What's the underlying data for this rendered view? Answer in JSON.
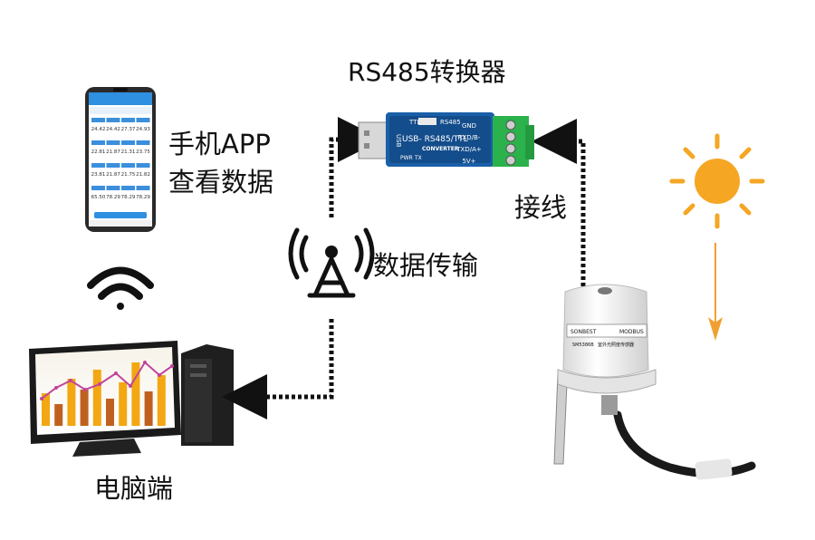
{
  "title": "RS485转换器",
  "phone_label_line1": "手机APP",
  "phone_label_line2": "查看数据",
  "transmission_label": "数据传输",
  "wiring_label": "接线",
  "pc_label": "电脑端",
  "converter": {
    "top_left": "TTL",
    "top_right": "RS485",
    "side_usb": "USB",
    "main_text": "USB- RS485/TTL",
    "sub_text": "CONVERTER",
    "pins": [
      "GND",
      "RXD/B-",
      "TXD/A+",
      "5V+"
    ],
    "leds": [
      "PWR",
      "TX"
    ]
  },
  "sensor": {
    "brand": "SONBEST",
    "protocol": "MODBUS",
    "model": "SM5386B",
    "desc": "室外光照度传感器"
  },
  "phone_readings": [
    "24.42",
    "24.42",
    "27.37",
    "24.93",
    "22.81",
    "21.87",
    "21.31",
    "23.75",
    "23.81",
    "21.87",
    "21.75",
    "21.82",
    "65.50",
    "78.29",
    "78.29",
    "78.29"
  ],
  "colors": {
    "sun": "#f5a623",
    "arrow": "#f0a030",
    "converter_blue": "#1a5fa8",
    "terminal_green": "#2bb24c",
    "chart_orange": "#f3a712",
    "chart_brown": "#c0601f",
    "chart_line": "#c1449b"
  }
}
